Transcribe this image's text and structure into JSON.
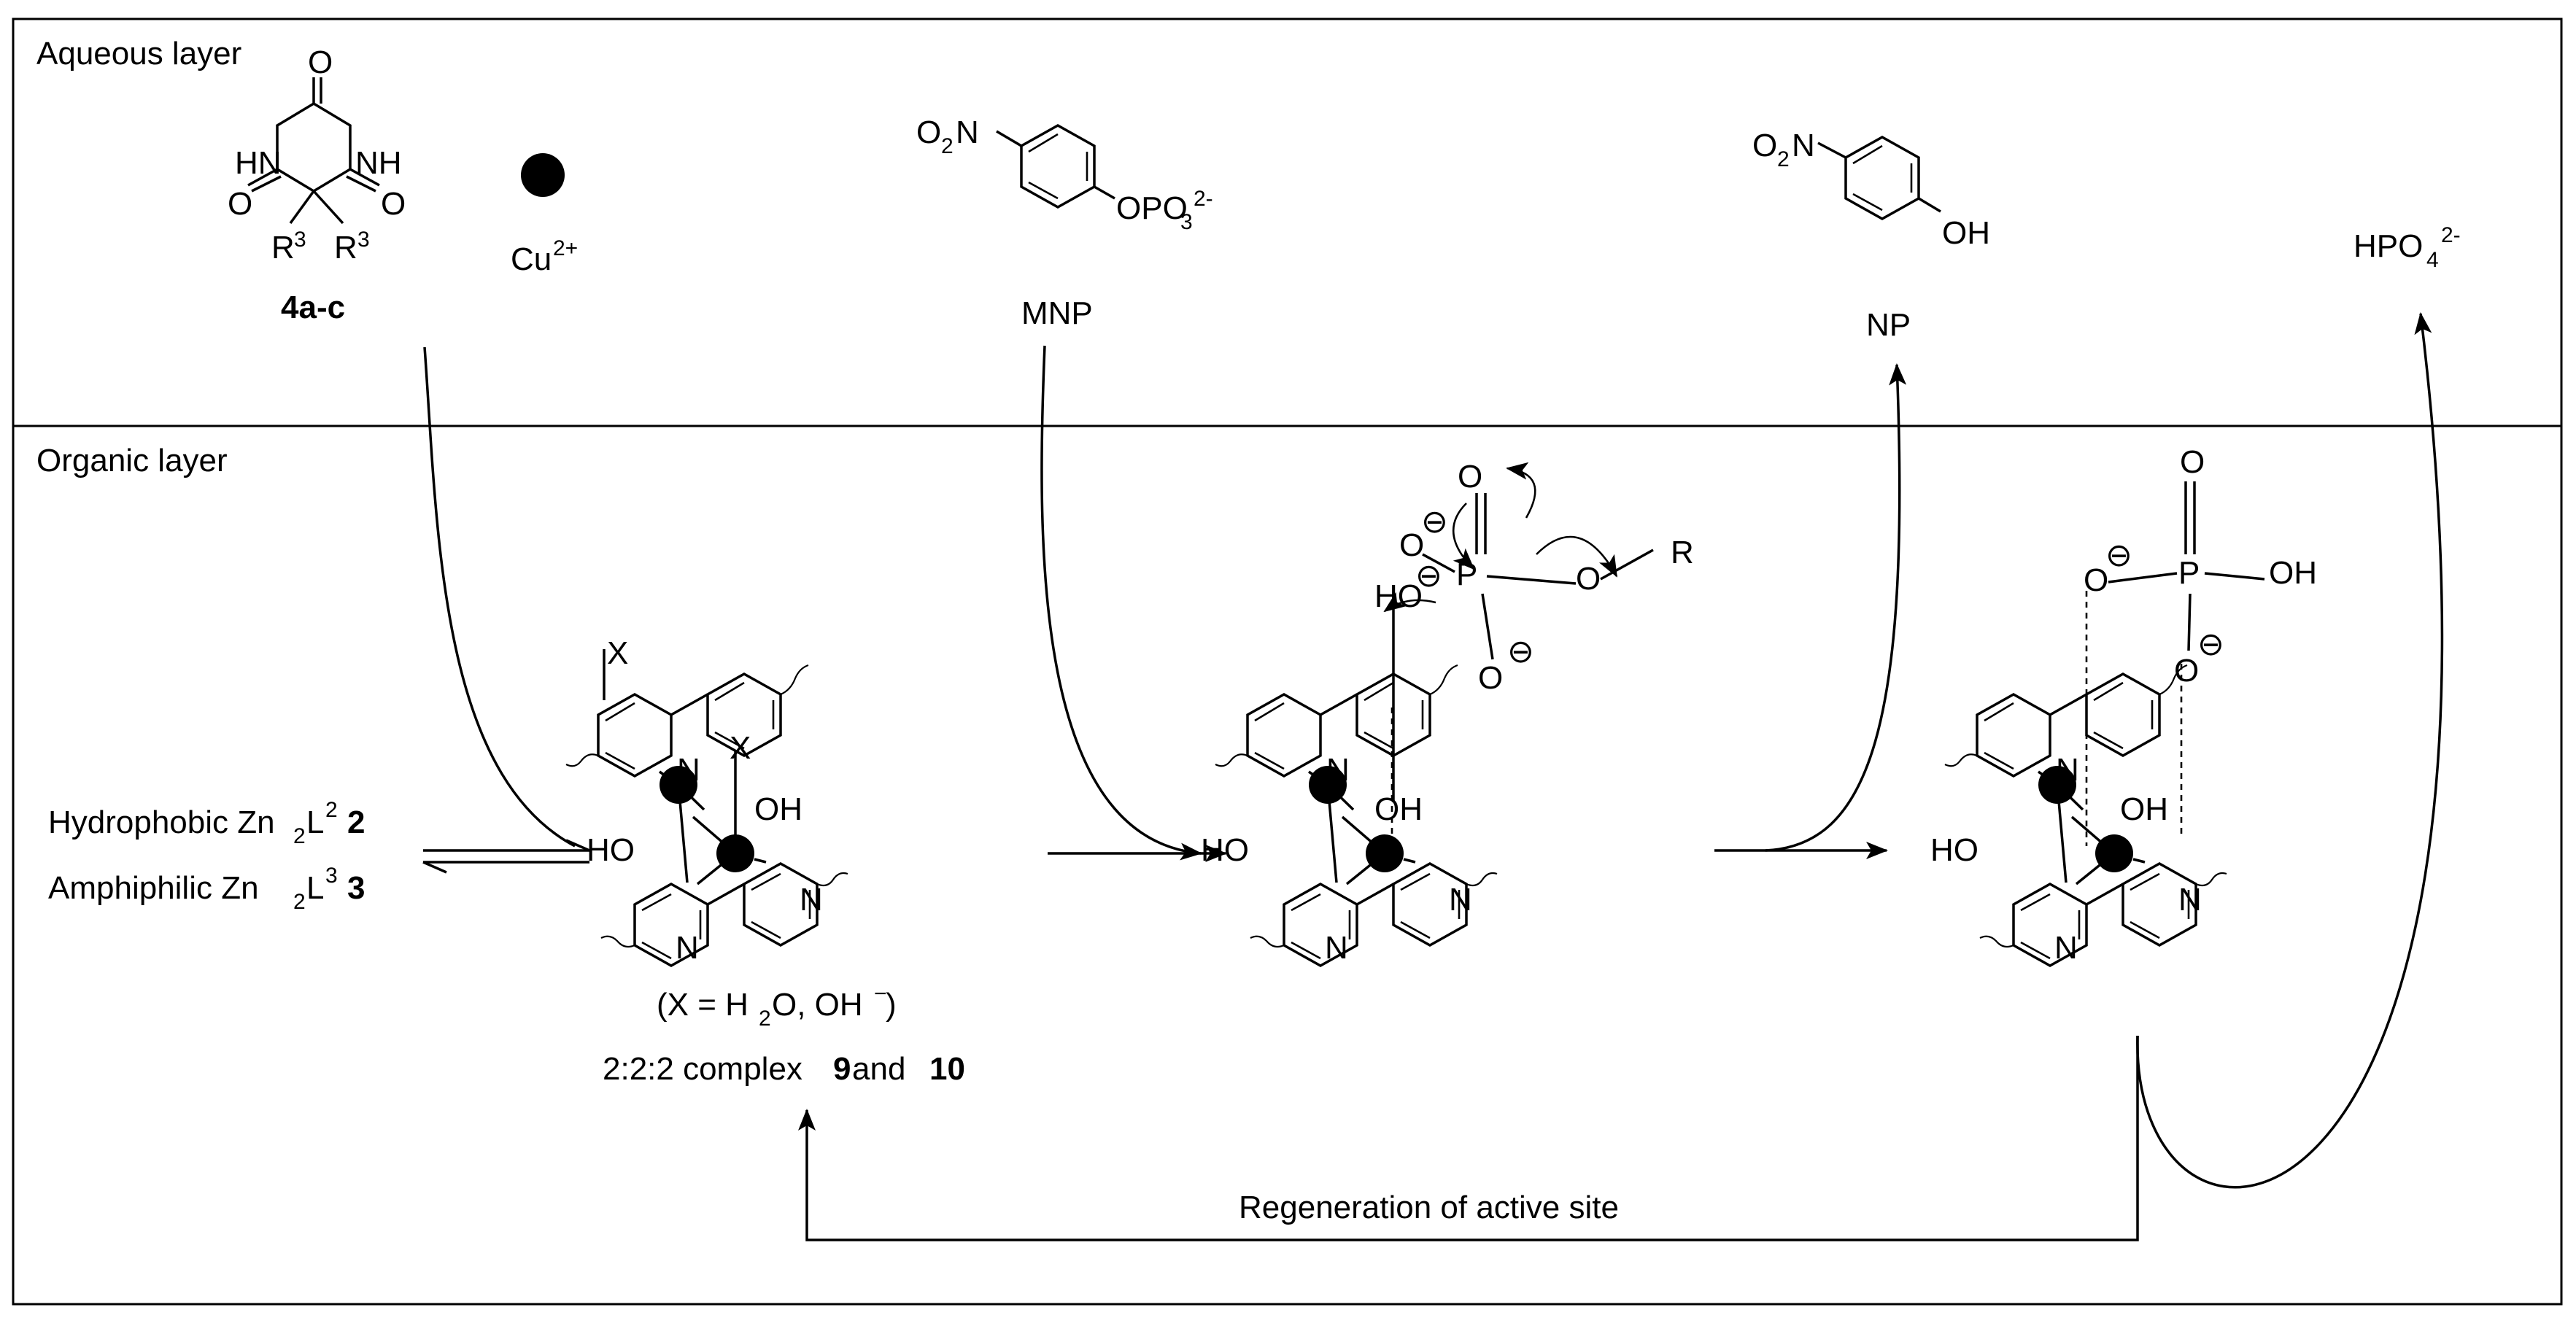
{
  "layers": {
    "aqueous": "Aqueous layer",
    "organic": "Organic layer"
  },
  "barbiturate": {
    "label": "4a-c",
    "atoms": {
      "o_top": "O",
      "hn": "HN",
      "nh": "NH",
      "o_left": "O",
      "o_right": "O",
      "r3": "R",
      "r3_sup": "3"
    }
  },
  "copper": {
    "label": "Cu",
    "charge": "2+"
  },
  "mnp": {
    "label": "MNP",
    "o2n": "O",
    "o2n_sub": "2",
    "n": "N",
    "opo": "OPO",
    "opo_sub": "3",
    "opo_sup": "2-"
  },
  "np": {
    "label": "NP",
    "o2n": "O",
    "o2n_sub": "2",
    "n": "N",
    "oh": "OH"
  },
  "hpo4": {
    "h": "HPO",
    "sub": "4",
    "sup": "2-"
  },
  "catalysts": {
    "hydrophobic": {
      "text": "Hydrophobic Zn",
      "sub": "2",
      "l": "L",
      "sup": "2",
      "num": "2"
    },
    "amphiphilic": {
      "text": "Amphiphilic Zn",
      "sub": "2",
      "l": "L",
      "sup": "3",
      "num": "3"
    }
  },
  "complex": {
    "x_note_open": "(X = H",
    "x_note_sub": "2",
    "x_note_mid": "O, OH",
    "x_note_sup": "−",
    "x_note_close": ")",
    "caption_pre": "2:2:2 complex ",
    "caption_n1": "9",
    "caption_mid": " and ",
    "caption_n2": "10",
    "x_atom": "X"
  },
  "intermediate": {
    "p": "P",
    "o": "O",
    "r": "R",
    "ho": "HO",
    "oh": "OH",
    "n": "N",
    "minus": "⊖"
  },
  "product_complex": {
    "p": "P",
    "o": "O",
    "oh": "OH",
    "ho": "HO",
    "n": "N",
    "minus": "⊖"
  },
  "regeneration": "Regeneration of active site"
}
